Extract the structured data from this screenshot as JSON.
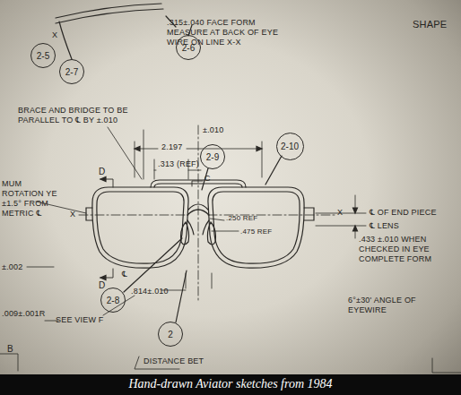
{
  "diagram": {
    "caption": "Hand-drawn Aviator sketches from 1984",
    "nodes": [
      {
        "text": [
          "2-5"
        ]
      },
      {
        "text": [
          "2-7"
        ]
      },
      {
        "text": [
          "2-6"
        ]
      },
      {
        "text": [
          "2-9"
        ]
      },
      {
        "text": [
          "2-10"
        ]
      },
      {
        "text": [
          "2-8"
        ]
      },
      {
        "text": [
          "2"
        ]
      }
    ],
    "labels": [
      "SHAPE",
      ".315±.040 FACE FORM MEASURE AT BACK OF EYE WIRE ON LINE X-X",
      "X",
      "BRACE AND BRIDGE TO BE PARALLEL TO ℄ BY ±.010",
      "±.010",
      "2.197",
      ".313 (REF)",
      "C",
      "D",
      "D",
      "MUM ROTATION YE ±1.5° FROM METRIC ℄",
      "X",
      "X",
      ".250 REF",
      ".475 REF",
      "℄ OF END PIECE",
      "℄ LENS",
      ".433 ±.010 WHEN CHECKED IN EYE COMPLETE FORM",
      "6°±30' ANGLE OF EYEWIRE",
      "±.002",
      ".009±.001R",
      "B",
      "SEE VIEW F",
      ".814±.010",
      "DISTANCE BET",
      "℄"
    ]
  }
}
